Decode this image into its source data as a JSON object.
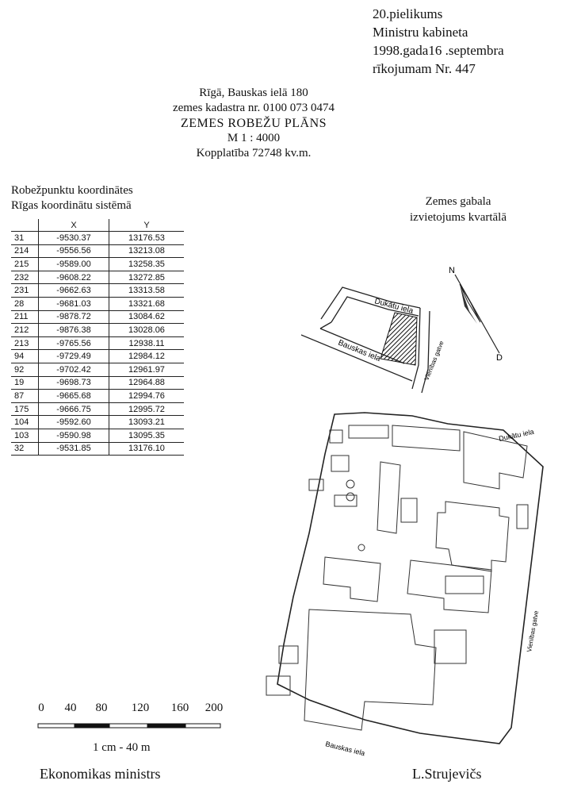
{
  "annex": {
    "line1": "20.pielikums",
    "line2": "Ministru kabineta",
    "line3": "1998.gada16 .septembra",
    "line4": "rīkojumam Nr. 447"
  },
  "header": {
    "address": "Rīgā, Bauskas ielā 180",
    "cadastre": "zemes kadastra nr. 0100 073 0474",
    "plan_title": "ZEMES ROBEŽU PLĀNS",
    "scale": "M 1 : 4000",
    "area": "Kopplatība 72748 kv.m."
  },
  "coordinates": {
    "title1": "Robežpunktu koordinātes",
    "title2": "Rīgas koordinātu sistēmā",
    "col_x": "X",
    "col_y": "Y",
    "rows": [
      [
        "31",
        "-9530.37",
        "13176.53"
      ],
      [
        "214",
        "-9556.56",
        "13213.08"
      ],
      [
        "215",
        "-9589.00",
        "13258.35"
      ],
      [
        "232",
        "-9608.22",
        "13272.85"
      ],
      [
        "231",
        "-9662.63",
        "13313.58"
      ],
      [
        "28",
        "-9681.03",
        "13321.68"
      ],
      [
        "211",
        "-9878.72",
        "13084.62"
      ],
      [
        "212",
        "-9876.38",
        "13028.06"
      ],
      [
        "213",
        "-9765.56",
        "12938.11"
      ],
      [
        "94",
        "-9729.49",
        "12984.12"
      ],
      [
        "92",
        "-9702.42",
        "12961.97"
      ],
      [
        "19",
        "-9698.73",
        "12964.88"
      ],
      [
        "87",
        "-9665.68",
        "12994.76"
      ],
      [
        "175",
        "-9666.75",
        "12995.72"
      ],
      [
        "104",
        "-9592.60",
        "13093.21"
      ],
      [
        "103",
        "-9590.98",
        "13095.35"
      ],
      [
        "32",
        "-9531.85",
        "13176.10"
      ]
    ]
  },
  "location": {
    "title1": "Zemes gabala",
    "title2": "izvietojums kvartālā",
    "street_dukatu": "Dukātu iela",
    "street_bauskas": "Bauskas iela",
    "street_vienibas": "Vienības gatve",
    "north": "N",
    "south": "D"
  },
  "plan": {
    "street_dukatu": "Dukātu iela",
    "street_bauskas": "Bauskas iela",
    "street_vienibas": "Vienības gatve"
  },
  "scalebar": {
    "ticks": [
      "0",
      "40",
      "80",
      "120",
      "160",
      "200"
    ],
    "label": "1 cm - 40 m"
  },
  "signature": {
    "left": "Ekonomikas ministrs",
    "right": "L.Strujevičs"
  }
}
